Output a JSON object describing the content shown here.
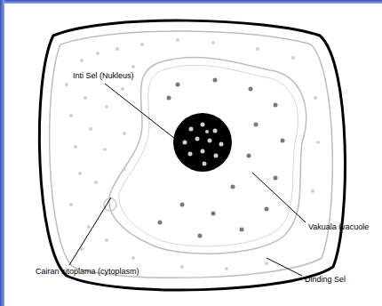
{
  "diagram": {
    "labels": [
      "Inti Sel (Nukleus)",
      "Vakuala (vacuole",
      "Cairan sitoplama (cytoplasm)",
      "Dinding Sel"
    ]
  }
}
